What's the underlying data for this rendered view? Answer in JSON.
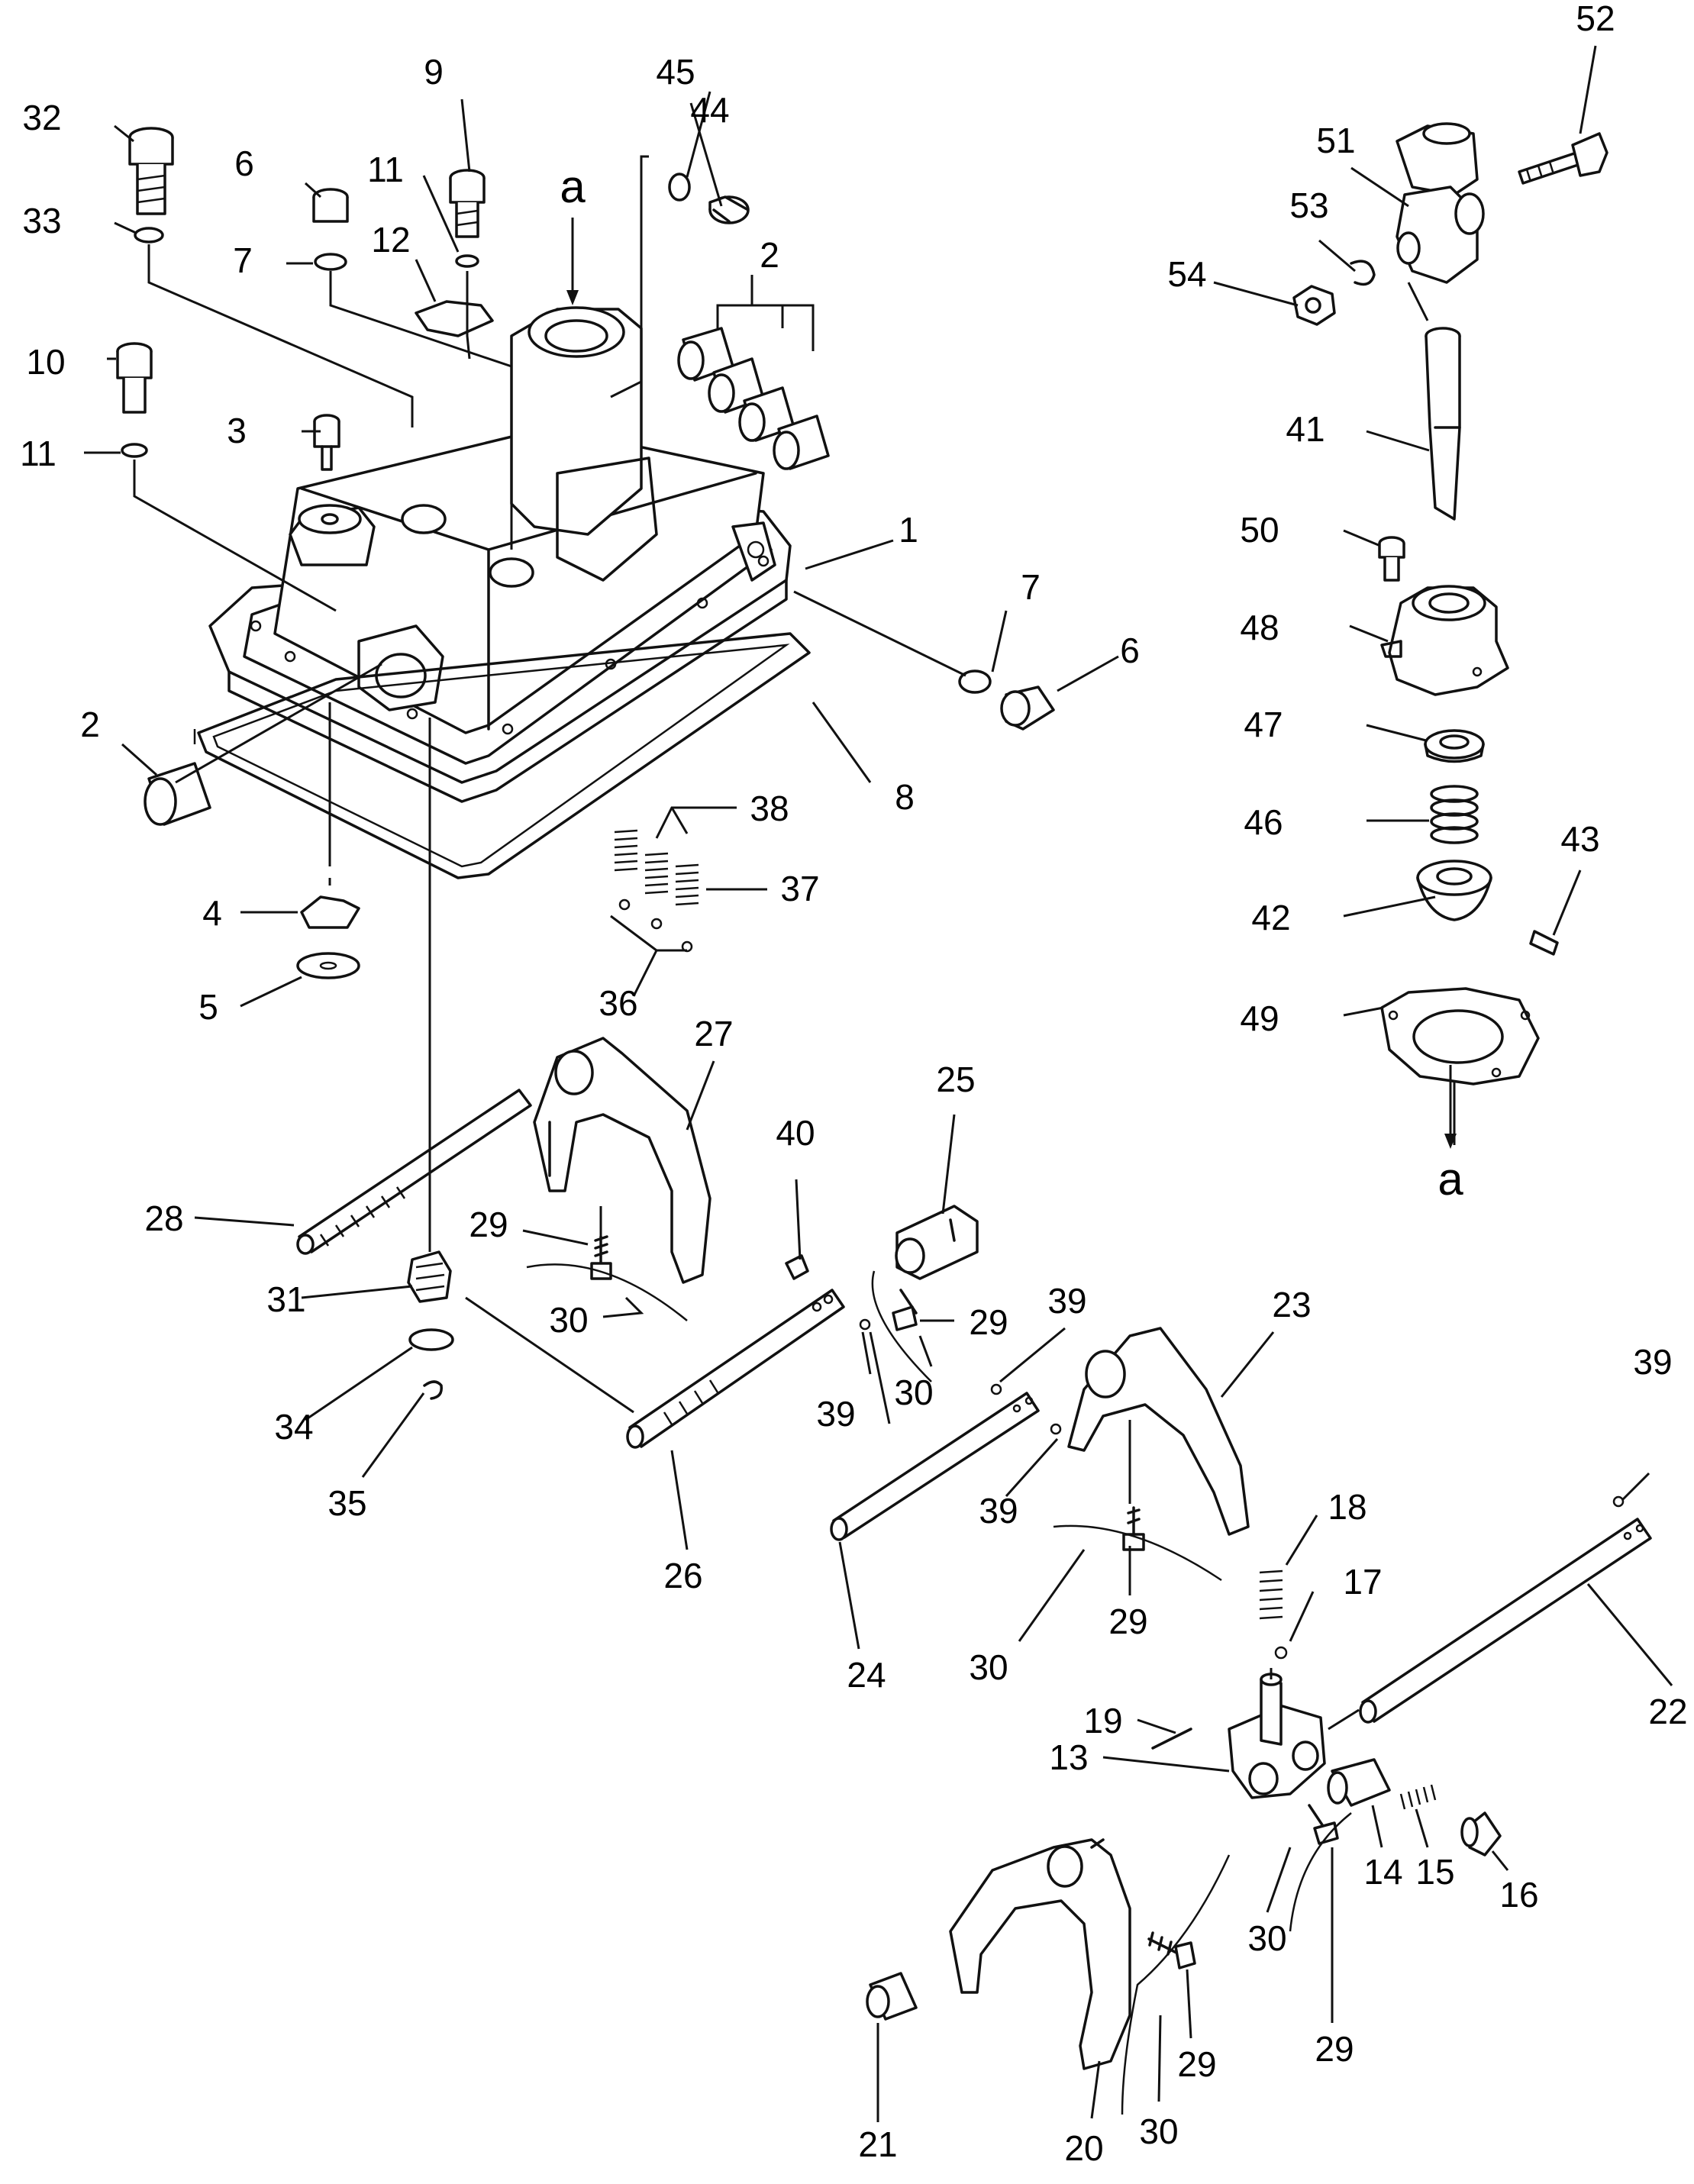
{
  "diagram": {
    "callouts": [
      {
        "id": "c1",
        "text": "1"
      },
      {
        "id": "c2a",
        "text": "2"
      },
      {
        "id": "c2b",
        "text": "2"
      },
      {
        "id": "c3",
        "text": "3"
      },
      {
        "id": "c4",
        "text": "4"
      },
      {
        "id": "c5",
        "text": "5"
      },
      {
        "id": "c6a",
        "text": "6"
      },
      {
        "id": "c6b",
        "text": "6"
      },
      {
        "id": "c7a",
        "text": "7"
      },
      {
        "id": "c7b",
        "text": "7"
      },
      {
        "id": "c8",
        "text": "8"
      },
      {
        "id": "c9",
        "text": "9"
      },
      {
        "id": "c10",
        "text": "10"
      },
      {
        "id": "c11a",
        "text": "11"
      },
      {
        "id": "c11b",
        "text": "11"
      },
      {
        "id": "c12",
        "text": "12"
      },
      {
        "id": "c13",
        "text": "13"
      },
      {
        "id": "c14",
        "text": "14"
      },
      {
        "id": "c15",
        "text": "15"
      },
      {
        "id": "c16",
        "text": "16"
      },
      {
        "id": "c17",
        "text": "17"
      },
      {
        "id": "c18",
        "text": "18"
      },
      {
        "id": "c19",
        "text": "19"
      },
      {
        "id": "c20",
        "text": "20"
      },
      {
        "id": "c21",
        "text": "21"
      },
      {
        "id": "c22",
        "text": "22"
      },
      {
        "id": "c23",
        "text": "23"
      },
      {
        "id": "c24",
        "text": "24"
      },
      {
        "id": "c25",
        "text": "25"
      },
      {
        "id": "c26",
        "text": "26"
      },
      {
        "id": "c27",
        "text": "27"
      },
      {
        "id": "c28",
        "text": "28"
      },
      {
        "id": "c29a",
        "text": "29"
      },
      {
        "id": "c29b",
        "text": "29"
      },
      {
        "id": "c29c",
        "text": "29"
      },
      {
        "id": "c29d",
        "text": "29"
      },
      {
        "id": "c29e",
        "text": "29"
      },
      {
        "id": "c30a",
        "text": "30"
      },
      {
        "id": "c30b",
        "text": "30"
      },
      {
        "id": "c30c",
        "text": "30"
      },
      {
        "id": "c30d",
        "text": "30"
      },
      {
        "id": "c30e",
        "text": "30"
      },
      {
        "id": "c31",
        "text": "31"
      },
      {
        "id": "c32",
        "text": "32"
      },
      {
        "id": "c33",
        "text": "33"
      },
      {
        "id": "c34",
        "text": "34"
      },
      {
        "id": "c35",
        "text": "35"
      },
      {
        "id": "c36",
        "text": "36"
      },
      {
        "id": "c37",
        "text": "37"
      },
      {
        "id": "c38",
        "text": "38"
      },
      {
        "id": "c39a",
        "text": "39"
      },
      {
        "id": "c39b",
        "text": "39"
      },
      {
        "id": "c39c",
        "text": "39"
      },
      {
        "id": "c39d",
        "text": "39"
      },
      {
        "id": "c40",
        "text": "40"
      },
      {
        "id": "c41",
        "text": "41"
      },
      {
        "id": "c42",
        "text": "42"
      },
      {
        "id": "c43",
        "text": "43"
      },
      {
        "id": "c44",
        "text": "44"
      },
      {
        "id": "c45",
        "text": "45"
      },
      {
        "id": "c46",
        "text": "46"
      },
      {
        "id": "c47",
        "text": "47"
      },
      {
        "id": "c48",
        "text": "48"
      },
      {
        "id": "c49",
        "text": "49"
      },
      {
        "id": "c50",
        "text": "50"
      },
      {
        "id": "c51",
        "text": "51"
      },
      {
        "id": "c52",
        "text": "52"
      },
      {
        "id": "c53",
        "text": "53"
      },
      {
        "id": "c54",
        "text": "54"
      }
    ],
    "connection_marks": [
      {
        "id": "a_top",
        "text": "a"
      },
      {
        "id": "a_bottom",
        "text": "a"
      }
    ]
  }
}
